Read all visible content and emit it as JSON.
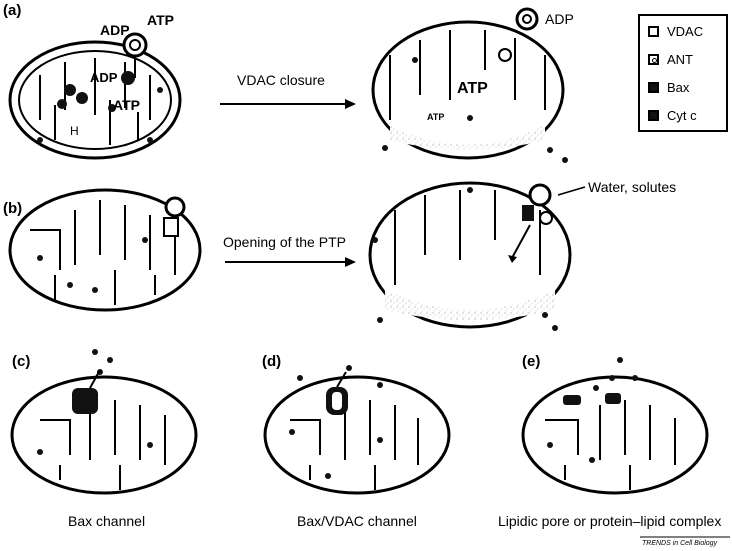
{
  "panels": {
    "a": "(a)",
    "b": "(b)",
    "c": "(c)",
    "d": "(d)",
    "e": "(e)"
  },
  "labels": {
    "adp_a": "ADP",
    "atp_a": "ATP",
    "adp_a2": "ADP",
    "atp_a2": "ATP",
    "h_a": "H",
    "adp_right": "ADP",
    "atp_right": "ATP",
    "atp_right_small": "ATP",
    "water_solutes": "Water, solutes"
  },
  "arrows": {
    "vdac_closure": "VDAC closure",
    "ptp_opening": "Opening of the PTP"
  },
  "captions": {
    "c": "Bax channel",
    "d": "Bax/VDAC channel",
    "e": "Lipidic pore or protein–lipid complex"
  },
  "legend": {
    "items": [
      {
        "label": "VDAC",
        "icon": "vdac-icon",
        "fill": false
      },
      {
        "label": "ANT",
        "icon": "ant-icon",
        "fill": false
      },
      {
        "label": "Bax",
        "icon": "bax-icon",
        "fill": true
      },
      {
        "label": "Cyt c",
        "icon": "cyt-c-icon",
        "fill": true
      }
    ]
  },
  "footer": {
    "credit": "TRENDS in Cell Biology"
  }
}
